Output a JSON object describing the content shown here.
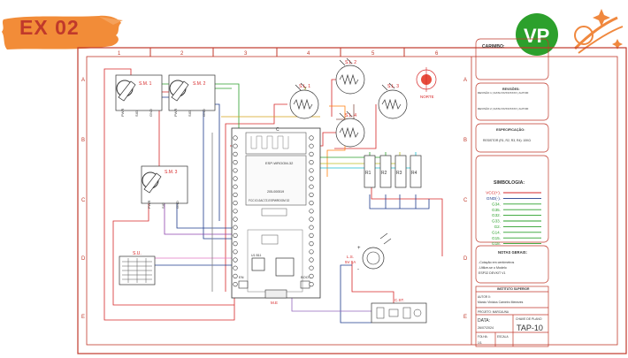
{
  "badge": {
    "label": "EX 02"
  },
  "logos": {
    "left": "VP-logo-icon",
    "right": "rocket-logo-icon"
  },
  "frame": {
    "cols": [
      "1",
      "2",
      "3",
      "4",
      "5",
      "6"
    ],
    "rows": [
      "A",
      "B",
      "C",
      "D",
      "E"
    ]
  },
  "servos": [
    {
      "label": "S.M. 1",
      "pins": [
        "PWR",
        "SIG",
        "GND"
      ]
    },
    {
      "label": "S.M. 2",
      "pins": [
        "PWR",
        "SIG",
        "GND"
      ]
    },
    {
      "label": "S.M. 3",
      "pins": [
        "PWR",
        "SIG",
        "GND"
      ]
    }
  ],
  "ldrs": [
    "S.L. 1",
    "S.L. 2",
    "S.L. 3",
    "S.L. 4"
  ],
  "north": "NORTE",
  "resistors": [
    "R1",
    "R2",
    "R3",
    "R4"
  ],
  "esp": {
    "label": "C",
    "lines": [
      "ESP-WROOM-32",
      "205-000519",
      "FCC ID:2AC7Z-ESPWROOM 32"
    ],
    "boot": "BOOT",
    "en": "EN",
    "sub": "M.E",
    "reg": "U1 B11"
  },
  "sensor": {
    "label": "S.U."
  },
  "led": {
    "label": "L.S.",
    "value": "5V 1A"
  },
  "converter": {
    "label": "C.ST."
  },
  "panel": {
    "carimbo": "CARIMBO:",
    "revisoes": "REVISÕES:",
    "rev1": "REVISÃO 1 | DATA:XX/XX/XXXX | AUTOR:",
    "rev2": "REVISÃO 2 | DATA:XX/XX/XXXX | AUTOR:",
    "espec_title": "ESPECIFICAÇÃO:",
    "espec": "RESISTOR (R1, R2, R3, R4):   10KΩ",
    "simb_title": "SIMBOLOGIA:",
    "legend": [
      {
        "label": "VCC(+).",
        "color": "#d62728"
      },
      {
        "label": "GND(-).",
        "color": "#1f3b8c"
      },
      {
        "label": "G34.",
        "color": "#2ca02c"
      },
      {
        "label": "G35.",
        "color": "#2ca02c"
      },
      {
        "label": "G32.",
        "color": "#2ca02c"
      },
      {
        "label": "G33.",
        "color": "#2ca02c"
      },
      {
        "label": "G2.",
        "color": "#2ca02c"
      },
      {
        "label": "G14.",
        "color": "#2ca02c"
      },
      {
        "label": "G15.",
        "color": "#2ca02c"
      },
      {
        "label": "G18.",
        "color": "#2ca02c"
      }
    ],
    "notes_title": "NOTAS GERAIS:",
    "notes": [
      "-Cotação em centímetros",
      "-Utilize-se o Modelo",
      "ESP32 DEVKIT V1"
    ],
    "inst": "INSTITUTO SUPERIOR",
    "autor_label": "AUTOR 0:",
    "autor": "Marcio Vinicius Carneiro Menezes",
    "projeto": "PROJETO: MARCAUNA",
    "data_label": "DATA:",
    "data": "26/07/2024",
    "chave_label": "CHAVE DE PLANO",
    "code": "TAP-10",
    "folha_label": "FOLHA:",
    "folha": "1/1",
    "escala": "ESCALA"
  }
}
